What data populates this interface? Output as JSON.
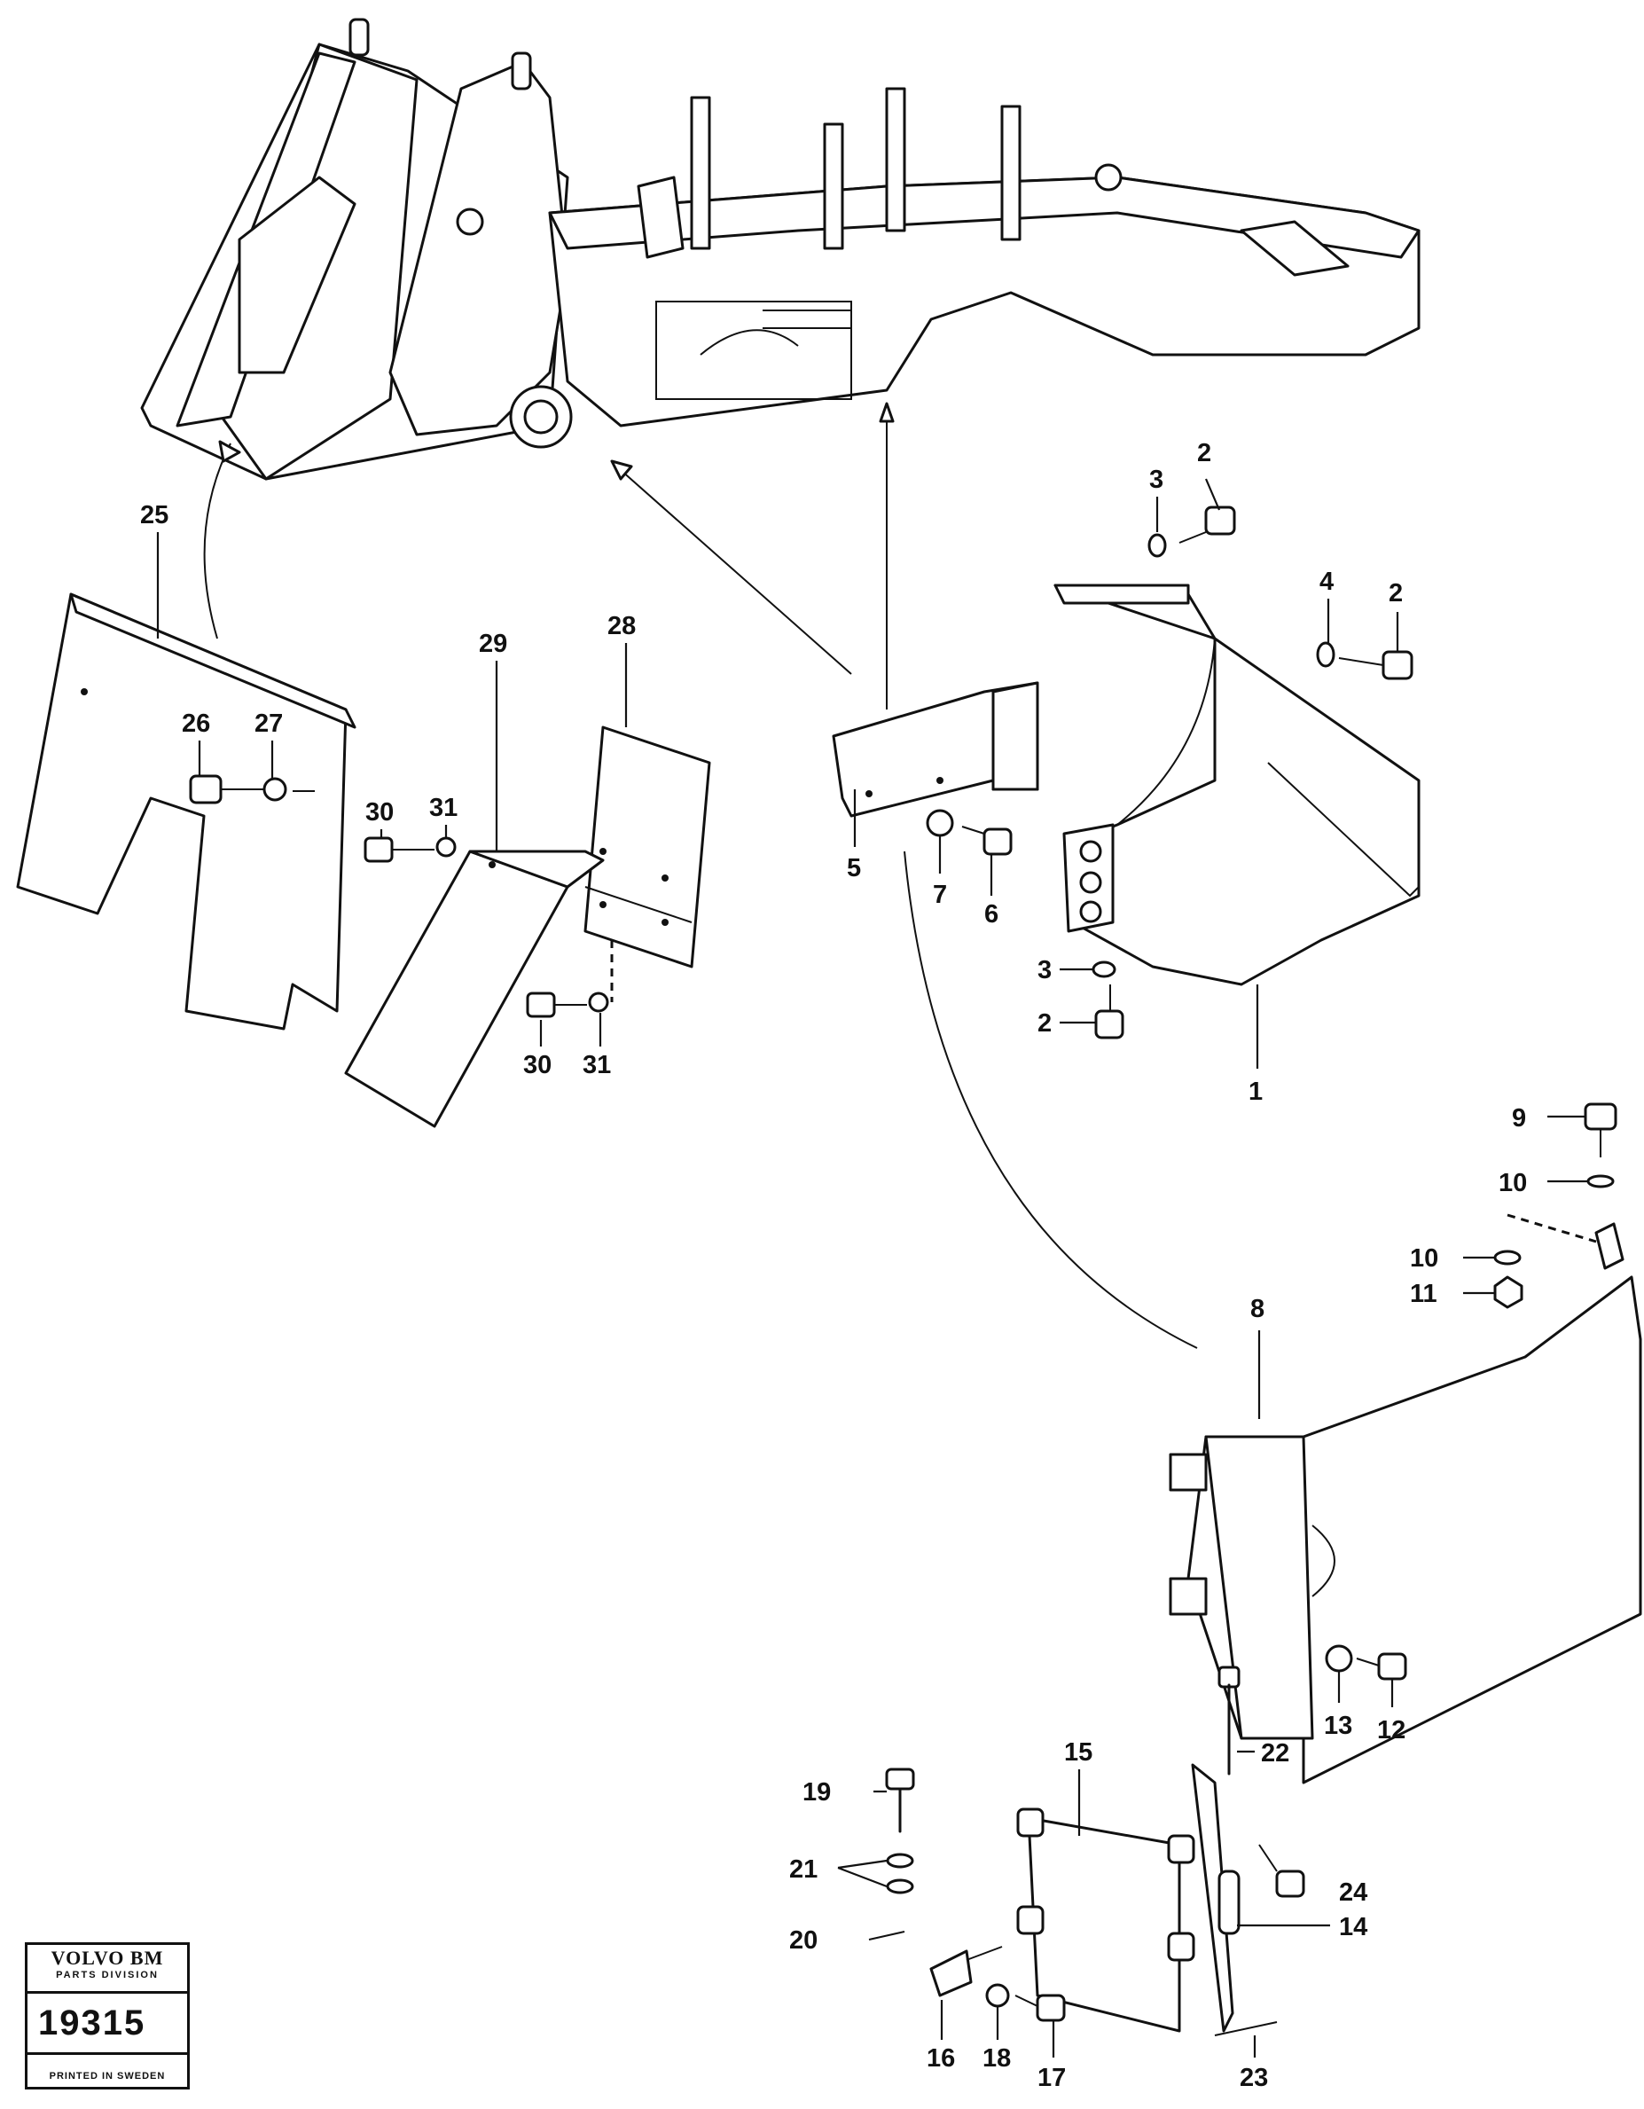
{
  "diagram": {
    "callouts": {
      "c1": "1",
      "c2a": "2",
      "c2b": "2",
      "c2c": "2",
      "c3a": "3",
      "c3b": "3",
      "c4": "4",
      "c5": "5",
      "c6": "6",
      "c7": "7",
      "c8": "8",
      "c9": "9",
      "c10a": "10",
      "c10b": "10",
      "c11": "11",
      "c12": "12",
      "c13": "13",
      "c14": "14",
      "c15": "15",
      "c16": "16",
      "c17": "17",
      "c18": "18",
      "c19": "19",
      "c20": "20",
      "c21": "21",
      "c22": "22",
      "c23": "23",
      "c24": "24",
      "c25": "25",
      "c26": "26",
      "c27": "27",
      "c28": "28",
      "c29": "29",
      "c30a": "30",
      "c30b": "30",
      "c31a": "31",
      "c31b": "31"
    }
  },
  "badge": {
    "brand": "VOLVO BM",
    "division": "PARTS DIVISION",
    "number": "19315",
    "printed": "PRINTED IN SWEDEN"
  }
}
